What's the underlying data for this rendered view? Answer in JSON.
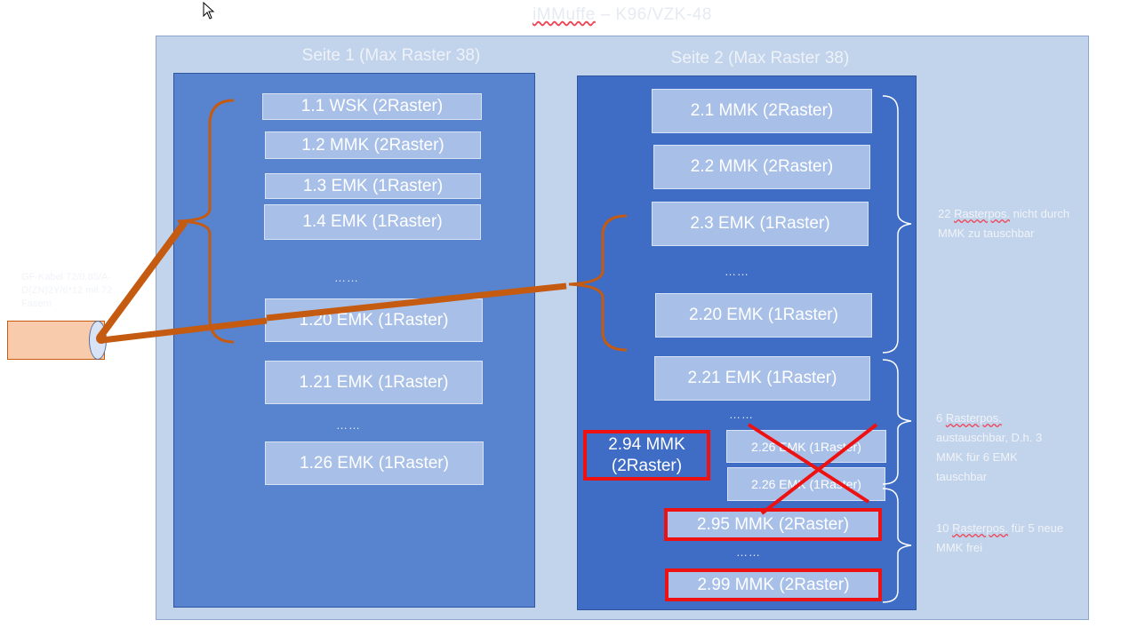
{
  "title": {
    "underlined": "iMMuffe",
    "rest": " – K96/VZK-48"
  },
  "page1": {
    "heading": "Seite 1 (Max Raster 38)",
    "slots": [
      "1.1 WSK (2Raster)",
      "1.2 MMK (2Raster)",
      "1.3 EMK (1Raster)",
      "1.4 EMK (1Raster)",
      "1.20 EMK (1Raster)",
      "1.21 EMK (1Raster)",
      "1.26 EMK (1Raster)"
    ],
    "ellipsis": "……"
  },
  "page2": {
    "heading": "Seite 2 (Max Raster 38)",
    "slots": [
      "2.1 MMK (2Raster)",
      "2.2 MMK (2Raster)",
      "2.3 EMK (1Raster)",
      "2.20 EMK (1Raster)",
      "2.21 EMK (1Raster)"
    ],
    "crossed": [
      "2.26 EMK (1Raster)",
      "2.26 EMK (1Raster)"
    ],
    "new_slots": [
      "2.94 MMK (2Raster)",
      "2.95 MMK (2Raster)",
      "2.99 MMK (2Raster)"
    ],
    "ellipsis": "……"
  },
  "notes": {
    "n1": {
      "pre": "22 ",
      "u": "Rasterpos.",
      "post": " nicht durch MMK zu tauschbar"
    },
    "n2": {
      "pre": "6 ",
      "u": "Rasterpos.",
      "post": " austauschbar, D.h. 3 MMK für 6 EMK tauschbar"
    },
    "n3": {
      "pre": "10 ",
      "u": "Rasterpos.",
      "post": " für 5 neue MMK frei"
    }
  },
  "cable": {
    "label": "GF-Kabel 72/0,85/A-D(ZN)2Y/6*12 mit 72 Fasern"
  },
  "colors": {
    "frame": "#c2d3ec",
    "page": "#4a76c8",
    "slot": "#a8c0e8",
    "orange": "#c55a11",
    "red": "#ee1111"
  }
}
